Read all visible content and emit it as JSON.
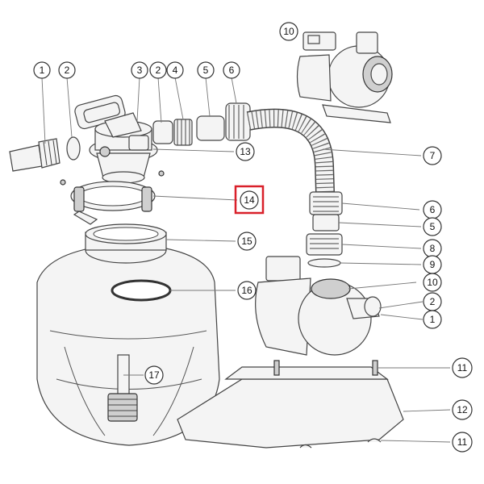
{
  "diagram": {
    "highlight_color": "#d9202a",
    "callouts": [
      {
        "id": "c1a",
        "label": "1"
      },
      {
        "id": "c2a",
        "label": "2"
      },
      {
        "id": "c3",
        "label": "3"
      },
      {
        "id": "c2b",
        "label": "2"
      },
      {
        "id": "c4",
        "label": "4"
      },
      {
        "id": "c5a",
        "label": "5"
      },
      {
        "id": "c6a",
        "label": "6"
      },
      {
        "id": "c10a",
        "label": "10"
      },
      {
        "id": "c13",
        "label": "13"
      },
      {
        "id": "c7",
        "label": "7"
      },
      {
        "id": "c14",
        "label": "14",
        "highlighted": true
      },
      {
        "id": "c6b",
        "label": "6"
      },
      {
        "id": "c5b",
        "label": "5"
      },
      {
        "id": "c15",
        "label": "15"
      },
      {
        "id": "c8",
        "label": "8"
      },
      {
        "id": "c9",
        "label": "9"
      },
      {
        "id": "c16",
        "label": "16"
      },
      {
        "id": "c10b",
        "label": "10"
      },
      {
        "id": "c2c",
        "label": "2"
      },
      {
        "id": "c1b",
        "label": "1"
      },
      {
        "id": "c17",
        "label": "17"
      },
      {
        "id": "c11a",
        "label": "11"
      },
      {
        "id": "c12",
        "label": "12"
      },
      {
        "id": "c11b",
        "label": "11"
      }
    ]
  }
}
